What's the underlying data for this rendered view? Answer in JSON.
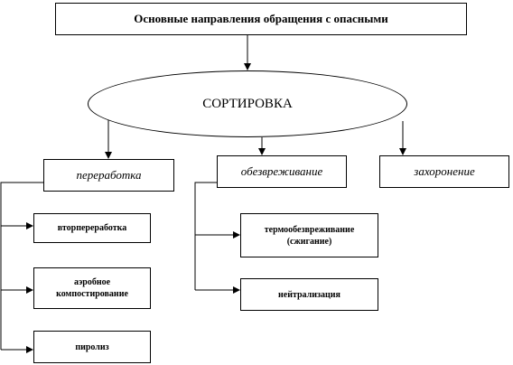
{
  "title": "Основные направления обращения с опасными",
  "sorting": "СОРТИРОВКА",
  "categories": {
    "processing": "переработка",
    "neutralizing": "обезвреживание",
    "burial": "захоронение"
  },
  "processing_items": [
    "вторпереработка",
    "аэробное компостирование",
    "пиролиз"
  ],
  "neutralizing_items": [
    "термообезвреживание (сжигание)",
    "нейтрализация"
  ]
}
